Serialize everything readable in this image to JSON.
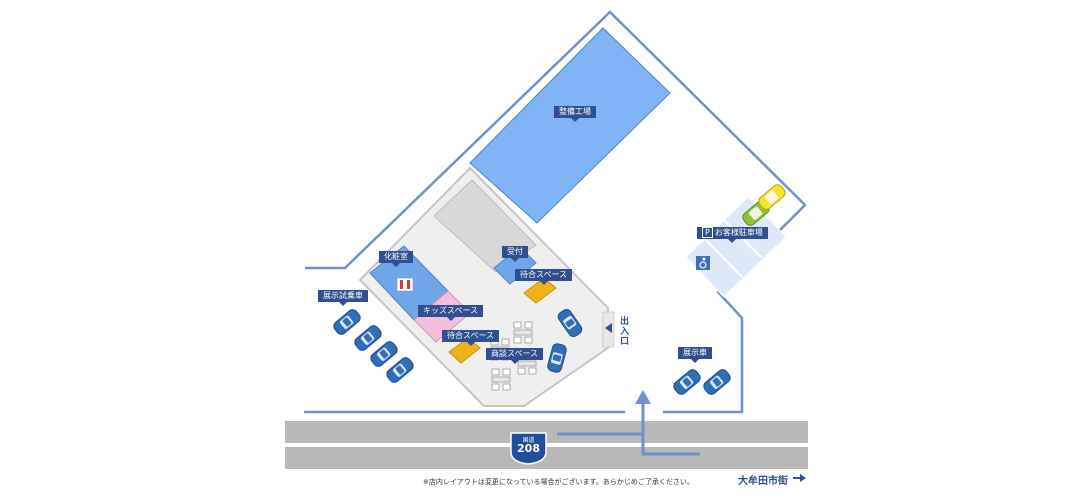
{
  "labels": {
    "workshop": "整備工場",
    "powder_room": "化粧室",
    "reception": "受付",
    "waiting_space_1": "待合スペース",
    "waiting_space_2": "待合スペース",
    "kids_space": "キッズスペース",
    "meeting_space": "商談スペース",
    "test_drive_cars": "展示試乗車",
    "display_cars": "展示車",
    "customer_parking": "お客様駐車場",
    "parking_mark": "P",
    "entrance": "出入口"
  },
  "road": {
    "route_prefix": "国道",
    "route_number": "208",
    "destination": "大牟田市街"
  },
  "footnote": "※店内レイアウトは変更になっている場合がございます。あらかじめご了承ください。",
  "colors": {
    "outline": "#6f8fcf",
    "workshop": "#80b4f5",
    "room_blue": "#6fa6ea",
    "kids_pink": "#f3bddc",
    "sofa_yellow": "#f0b21a",
    "road_gray": "#b9b9b9",
    "label_bg": "#2f4f8f",
    "car_blue": "#2f6fb8"
  },
  "icons": [
    "restroom-icon",
    "wheelchair-icon",
    "arrow-right-icon",
    "route-shield-icon",
    "entrance-triangle-icon"
  ]
}
